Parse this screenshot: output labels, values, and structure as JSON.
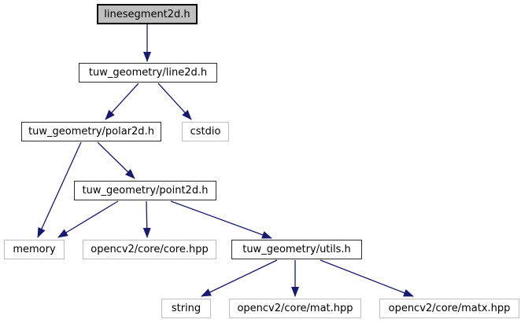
{
  "diagram": {
    "type": "include-dependency-graph",
    "nodes": [
      {
        "id": "linesegment2d",
        "label": "linesegment2d.h",
        "type": "current"
      },
      {
        "id": "line2d",
        "label": "tuw_geometry/line2d.h",
        "type": "linked"
      },
      {
        "id": "polar2d",
        "label": "tuw_geometry/polar2d.h",
        "type": "linked"
      },
      {
        "id": "cstdio",
        "label": "cstdio",
        "type": "external"
      },
      {
        "id": "point2d",
        "label": "tuw_geometry/point2d.h",
        "type": "linked"
      },
      {
        "id": "memory",
        "label": "memory",
        "type": "external"
      },
      {
        "id": "core-hpp",
        "label": "opencv2/core/core.hpp",
        "type": "external"
      },
      {
        "id": "utils",
        "label": "tuw_geometry/utils.h",
        "type": "linked"
      },
      {
        "id": "string",
        "label": "string",
        "type": "external"
      },
      {
        "id": "mat-hpp",
        "label": "opencv2/core/mat.hpp",
        "type": "external"
      },
      {
        "id": "matx-hpp",
        "label": "opencv2/core/matx.hpp",
        "type": "external"
      }
    ],
    "edges": [
      {
        "from": "linesegment2d.h",
        "to": "tuw_geometry/line2d.h"
      },
      {
        "from": "tuw_geometry/line2d.h",
        "to": "tuw_geometry/polar2d.h"
      },
      {
        "from": "tuw_geometry/line2d.h",
        "to": "cstdio"
      },
      {
        "from": "tuw_geometry/polar2d.h",
        "to": "memory"
      },
      {
        "from": "tuw_geometry/polar2d.h",
        "to": "tuw_geometry/point2d.h"
      },
      {
        "from": "tuw_geometry/point2d.h",
        "to": "memory"
      },
      {
        "from": "tuw_geometry/point2d.h",
        "to": "opencv2/core/core.hpp"
      },
      {
        "from": "tuw_geometry/point2d.h",
        "to": "tuw_geometry/utils.h"
      },
      {
        "from": "tuw_geometry/utils.h",
        "to": "string"
      },
      {
        "from": "tuw_geometry/utils.h",
        "to": "opencv2/core/mat.hpp"
      },
      {
        "from": "tuw_geometry/utils.h",
        "to": "opencv2/core/matx.hpp"
      }
    ],
    "colors": {
      "edge": "#191970",
      "current_fill": "#bfbfbf",
      "node_fill": "#ffffff",
      "linked_border": "#2d2d2d",
      "external_border": "#bebebe"
    }
  }
}
